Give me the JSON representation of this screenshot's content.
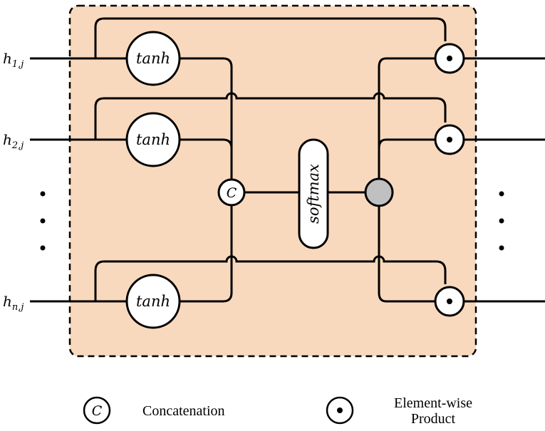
{
  "inputs": [
    {
      "base": "h",
      "sub": "1,j"
    },
    {
      "base": "h",
      "sub": "2,j"
    },
    {
      "base": "h",
      "sub": "n,j"
    }
  ],
  "tanh_label": "tanh",
  "concat_symbol": "C",
  "softmax_label": "softmax",
  "legend": {
    "concat_symbol": "C",
    "concat_label": "Concatenation",
    "product_label_line1": "Element-wise",
    "product_label_line2": "Product"
  },
  "colors": {
    "block_fill": "#f9d9bd",
    "mix_node_fill": "#c0c0c0",
    "line": "#000000"
  }
}
